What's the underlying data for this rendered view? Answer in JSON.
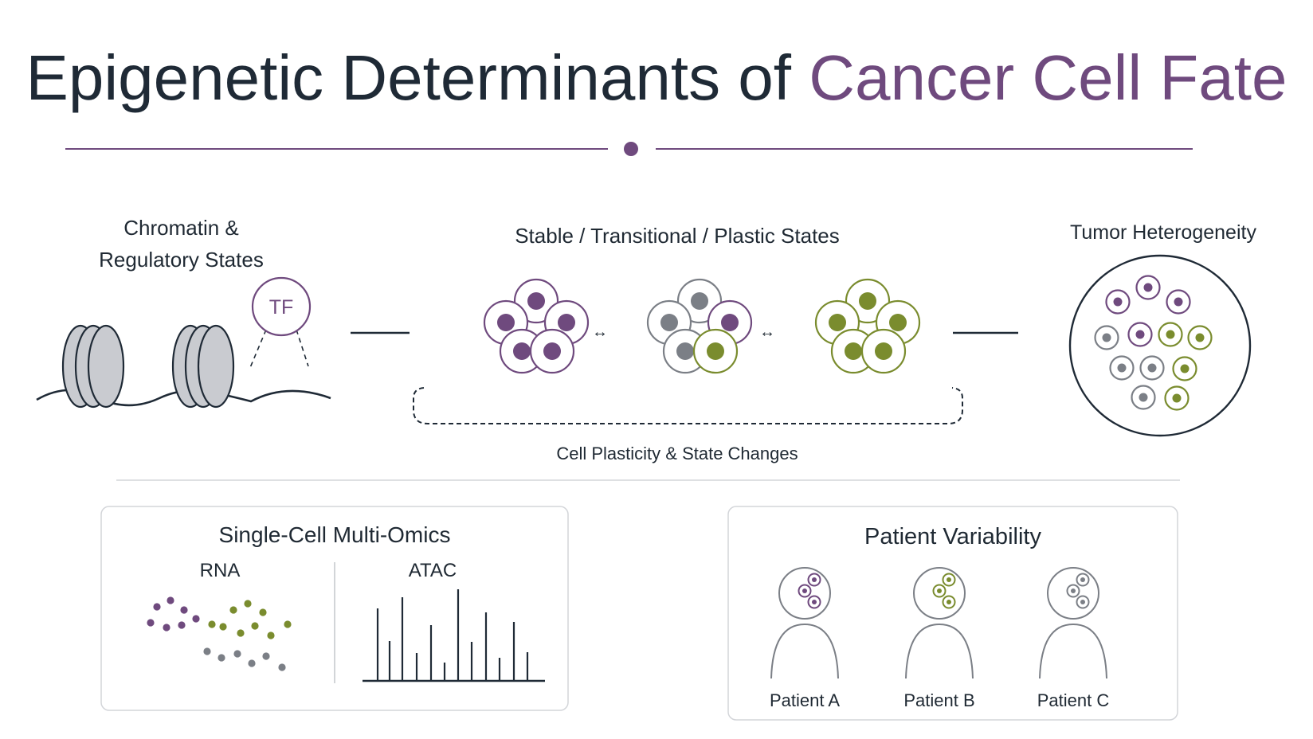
{
  "title": {
    "part1": "Epigenetic Determinants of ",
    "part2": "Cancer Cell Fate"
  },
  "colors": {
    "purple": "#6f4a7e",
    "olive": "#7a8c2e",
    "gray": "#7b7f86",
    "dark": "#1f2a36",
    "nucleosome": "#c9cbd0"
  },
  "chromatin": {
    "heading_line1": "Chromatin &",
    "heading_line2": "Regulatory States",
    "tf_label": "TF"
  },
  "states": {
    "heading": "Stable / Transitional / Plastic States",
    "arrow_symbol": "↔",
    "bracket_caption": "Cell Plasticity & State Changes"
  },
  "tumor": {
    "heading": "Tumor Heterogeneity"
  },
  "omics": {
    "heading": "Single-Cell Multi-Omics",
    "rna_label": "RNA",
    "atac_label": "ATAC"
  },
  "patients": {
    "heading": "Patient Variability",
    "items": [
      {
        "label": "Patient A",
        "icon": "person-icon"
      },
      {
        "label": "Patient B",
        "icon": "person-icon"
      },
      {
        "label": "Patient C",
        "icon": "person-icon"
      }
    ]
  }
}
